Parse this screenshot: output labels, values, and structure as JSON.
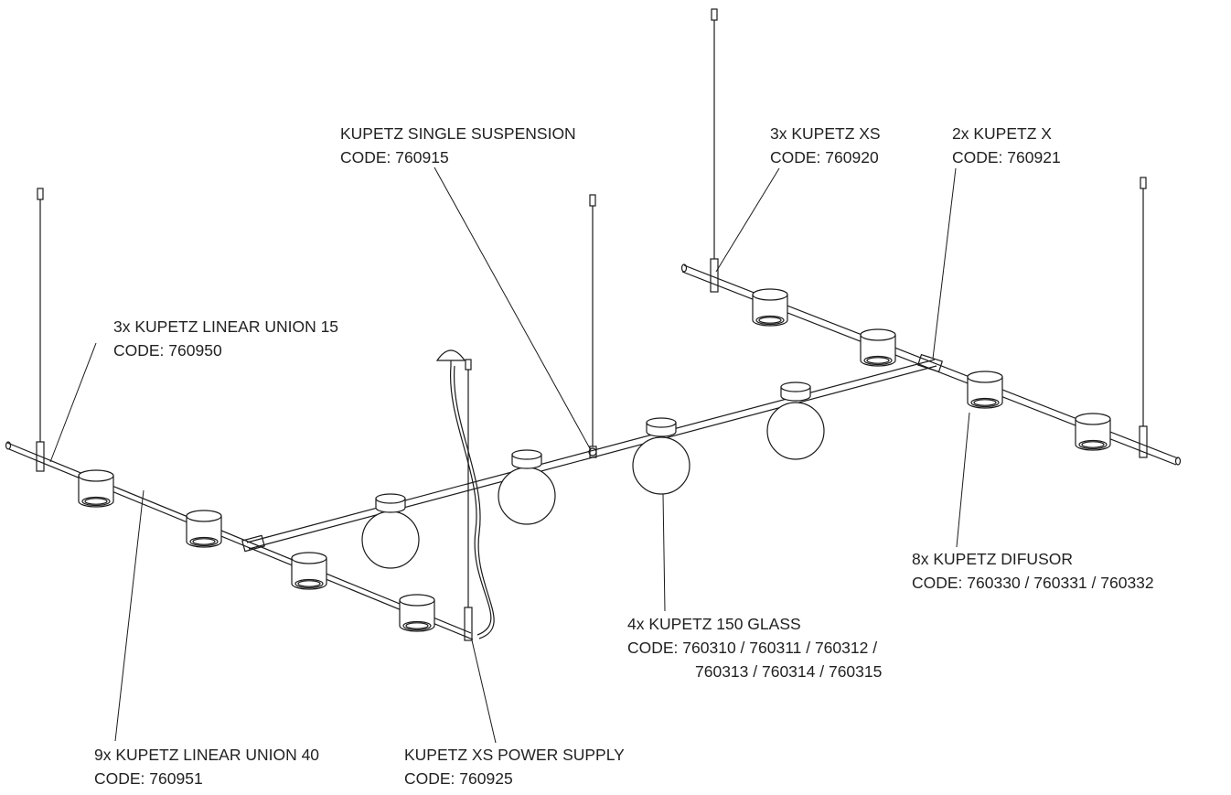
{
  "colors": {
    "line": "#1a1a1a",
    "text": "#222222",
    "background": "#ffffff"
  },
  "labels": {
    "single_suspension": {
      "name": "KUPETZ SINGLE SUSPENSION",
      "code": "CODE: 760915"
    },
    "xs": {
      "name": "3x KUPETZ XS",
      "code": "CODE: 760920"
    },
    "x": {
      "name": "2x KUPETZ X",
      "code": "CODE: 760921"
    },
    "linear_union_15": {
      "name": "3x KUPETZ LINEAR UNION 15",
      "code": "CODE: 760950"
    },
    "difusor": {
      "name": "8x KUPETZ DIFUSOR",
      "code": "CODE: 760330 / 760331 / 760332"
    },
    "glass": {
      "name": "4x KUPETZ 150 GLASS",
      "code_line1": "CODE: 760310 / 760311 / 760312 /",
      "code_line2": "760313 / 760314 / 760315"
    },
    "linear_union_40": {
      "name": "9x KUPETZ LINEAR UNION 40",
      "code": "CODE: 760951"
    },
    "power_supply": {
      "name": "KUPETZ XS POWER SUPPLY",
      "code": "CODE: 760925"
    }
  }
}
